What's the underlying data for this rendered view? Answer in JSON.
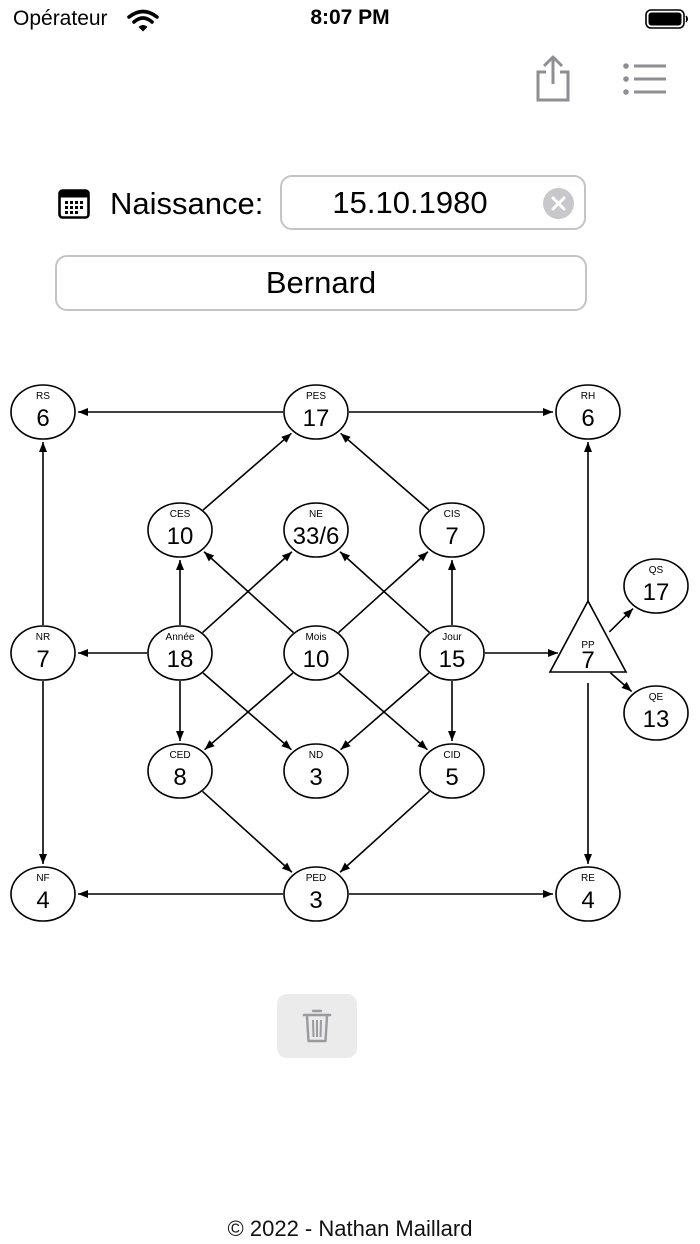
{
  "status_bar": {
    "carrier": "Opérateur",
    "time": "8:07 PM"
  },
  "toolbar": {
    "share_icon": "share-icon",
    "list_icon": "list-icon"
  },
  "form": {
    "birth_label": "Naissance:",
    "birth_value": "15.10.1980",
    "name_value": "Bernard"
  },
  "diagram": {
    "nodes": [
      {
        "id": "RS",
        "name": "RS",
        "value": "6"
      },
      {
        "id": "PES",
        "name": "PES",
        "value": "17"
      },
      {
        "id": "RH",
        "name": "RH",
        "value": "6"
      },
      {
        "id": "CES",
        "name": "CES",
        "value": "10"
      },
      {
        "id": "NE",
        "name": "NE",
        "value": "33/6"
      },
      {
        "id": "CIS",
        "name": "CIS",
        "value": "7"
      },
      {
        "id": "QS",
        "name": "QS",
        "value": "17"
      },
      {
        "id": "NR",
        "name": "NR",
        "value": "7"
      },
      {
        "id": "Annee",
        "name": "Année",
        "value": "18"
      },
      {
        "id": "Mois",
        "name": "Mois",
        "value": "10"
      },
      {
        "id": "Jour",
        "name": "Jour",
        "value": "15"
      },
      {
        "id": "PP",
        "name": "PP",
        "value": "7"
      },
      {
        "id": "QE",
        "name": "QE",
        "value": "13"
      },
      {
        "id": "CED",
        "name": "CED",
        "value": "8"
      },
      {
        "id": "ND",
        "name": "ND",
        "value": "3"
      },
      {
        "id": "CID",
        "name": "CID",
        "value": "5"
      },
      {
        "id": "NF",
        "name": "NF",
        "value": "4"
      },
      {
        "id": "PED",
        "name": "PED",
        "value": "3"
      },
      {
        "id": "RE",
        "name": "RE",
        "value": "4"
      }
    ]
  },
  "actions": {
    "delete_icon": "trash-icon"
  },
  "footer": {
    "copyright": "©  2022 - Nathan Maillard"
  }
}
